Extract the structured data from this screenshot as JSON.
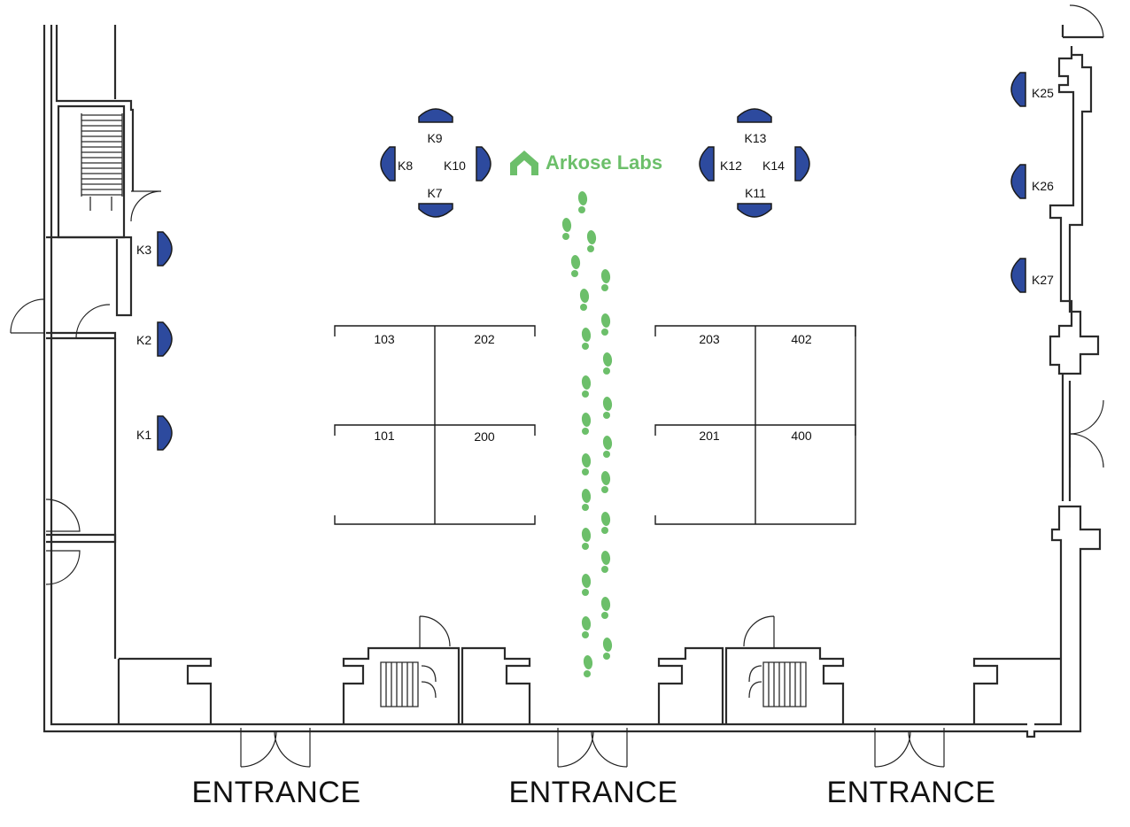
{
  "brand": {
    "name": "Arkose Labs",
    "color": "#6cbf6a",
    "icon": "arkose-logo-icon"
  },
  "colors": {
    "kiosk": "#2d4a9e",
    "footprints": "#6cbf6a",
    "walls": "#2b2b2b"
  },
  "kiosks": [
    {
      "id": "K1",
      "label": "K1"
    },
    {
      "id": "K2",
      "label": "K2"
    },
    {
      "id": "K3",
      "label": "K3"
    },
    {
      "id": "K7",
      "label": "K7"
    },
    {
      "id": "K8",
      "label": "K8"
    },
    {
      "id": "K9",
      "label": "K9"
    },
    {
      "id": "K10",
      "label": "K10"
    },
    {
      "id": "K11",
      "label": "K11"
    },
    {
      "id": "K12",
      "label": "K12"
    },
    {
      "id": "K13",
      "label": "K13"
    },
    {
      "id": "K14",
      "label": "K14"
    },
    {
      "id": "K25",
      "label": "K25"
    },
    {
      "id": "K26",
      "label": "K26"
    },
    {
      "id": "K27",
      "label": "K27"
    }
  ],
  "booths": {
    "left": [
      "103",
      "202",
      "101",
      "200"
    ],
    "right": [
      "203",
      "402",
      "201",
      "400"
    ]
  },
  "entrances": [
    "ENTRANCE",
    "ENTRANCE",
    "ENTRANCE"
  ],
  "footprint_icon": "footprints-icon"
}
